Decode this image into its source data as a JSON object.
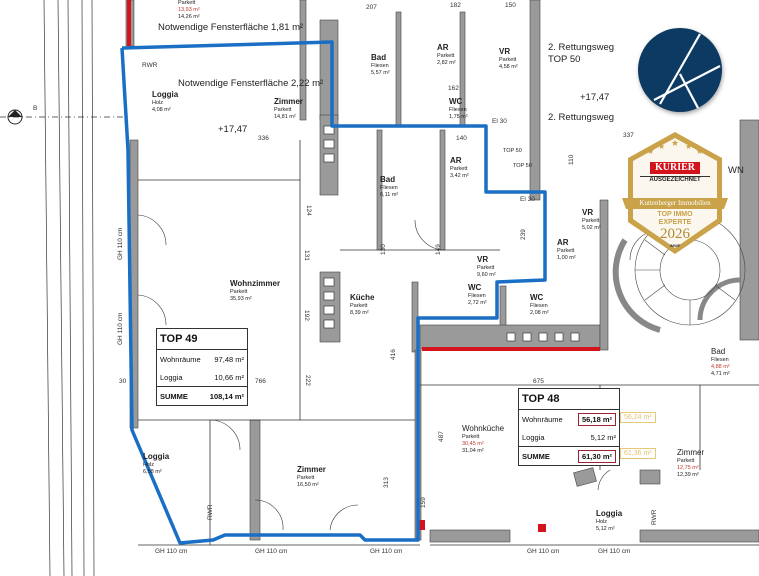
{
  "top_room": {
    "floor": "Parkett",
    "area_red": "13,93 m²",
    "area": "14,26 m²"
  },
  "notes": {
    "window_1": "Notwendige Fensterfläche 1,81 m²",
    "window_2": "Notwendige Fensterfläche 2,22 m²",
    "elevation_1": "+17,47",
    "elevation_2": "+17,47",
    "axis_marker": "B",
    "escape_1": "2. Rettungsweg",
    "escape_top": "TOP 50",
    "escape_2": "2. Rettungsweg",
    "top50_a": "TOP 50",
    "top50_b": "TOP 50",
    "rwr_1": "RWR",
    "rwr_2": "RWR",
    "rwr_3": "RWR",
    "el_1": "El 30",
    "el_2": "El 30",
    "wn": "WN"
  },
  "rooms": [
    {
      "name": "Loggia",
      "floor": "Holz",
      "area": "4,08 m²"
    },
    {
      "name": "Zimmer",
      "floor": "Parkett",
      "area": "14,81 m²"
    },
    {
      "name": "Bad",
      "floor": "Fliesen",
      "area": "5,57 m²"
    },
    {
      "name": "AR",
      "floor": "Parkett",
      "area": "2,82 m²"
    },
    {
      "name": "VR",
      "floor": "Parkett",
      "area": "4,58 m²"
    },
    {
      "name": "WC",
      "floor": "Fliesen",
      "area": "1,75 m²"
    },
    {
      "name": "AR",
      "floor": "Parkett",
      "area": "3,42 m²"
    },
    {
      "name": "Bad",
      "floor": "Fliesen",
      "area": "6,11 m²"
    },
    {
      "name": "VR",
      "floor": "Parkett",
      "area": "5,02 m²"
    },
    {
      "name": "AR",
      "floor": "Parkett",
      "area": "1,00 m²"
    },
    {
      "name": "VR",
      "floor": "Parkett",
      "area": "9,60 m²"
    },
    {
      "name": "WC",
      "floor": "Fliesen",
      "area": "2,72 m²"
    },
    {
      "name": "WC",
      "floor": "Fliesen",
      "area": "2,08 m²"
    },
    {
      "name": "Küche",
      "floor": "Parkett",
      "area": "8,39 m²"
    },
    {
      "name": "Wohnzimmer",
      "floor": "Parkett",
      "area": "35,93 m²"
    },
    {
      "name": "Loggia",
      "floor": "Holz",
      "area": "6,58 m²"
    },
    {
      "name": "Zimmer",
      "floor": "Parkett",
      "area": "16,50 m²"
    },
    {
      "name": "Wohnküche",
      "floor": "Parkett",
      "area_red": "30,45 m²",
      "area": "31,04 m²"
    },
    {
      "name": "Loggia",
      "floor": "Holz",
      "area": "5,12 m²"
    },
    {
      "name": "Zimmer",
      "floor": "Parkett",
      "area_red": "12,75 m²",
      "area": "12,39 m²"
    },
    {
      "name": "Bad",
      "floor": "Fliesen",
      "area_red": "4,88 m²",
      "area": "4,71 m²"
    }
  ],
  "dimensions": [
    "336",
    "766",
    "30",
    "675",
    "487",
    "337",
    "207",
    "182",
    "150",
    "162",
    "140",
    "131",
    "149",
    "130",
    "159",
    "313",
    "239",
    "110",
    "124",
    "192",
    "416",
    "222"
  ],
  "doors": [
    "GH 110 cm",
    "GH 110 cm",
    "GH 110 cm",
    "GH 110 cm",
    "GH 110 cm",
    "GH 110 cm",
    "GH 110 cm"
  ],
  "top49": {
    "title": "TOP 49",
    "rows": [
      {
        "label": "Wohnräume",
        "value": "97,48 m²"
      },
      {
        "label": "Loggia",
        "value": "10,66 m²"
      }
    ],
    "sum_label": "SUMME",
    "sum_value": "108,14 m²"
  },
  "top48": {
    "title": "TOP 48",
    "rows": [
      {
        "label": "Wohnräume",
        "value": "56,18 m²",
        "alt": "56,24 m²"
      },
      {
        "label": "Loggia",
        "value": "5,12 m²"
      }
    ],
    "sum_label": "SUMME",
    "sum_value": "61,30 m²",
    "sum_alt": "61,36 m²"
  },
  "badge": {
    "brand": "KURIER",
    "sub": "AUSGEZEICHNET",
    "company": "Kuttenberger Immobilien",
    "line1": "TOP IMMO",
    "line2": "EXPERTE",
    "year": "2026",
    "source": "IMWF"
  },
  "colors": {
    "outline": "#1a6fc4",
    "red_wall": "#d4141c",
    "wall": "#9a9a9a",
    "logo": "#0d3a63",
    "gold": "#c9a24a"
  }
}
